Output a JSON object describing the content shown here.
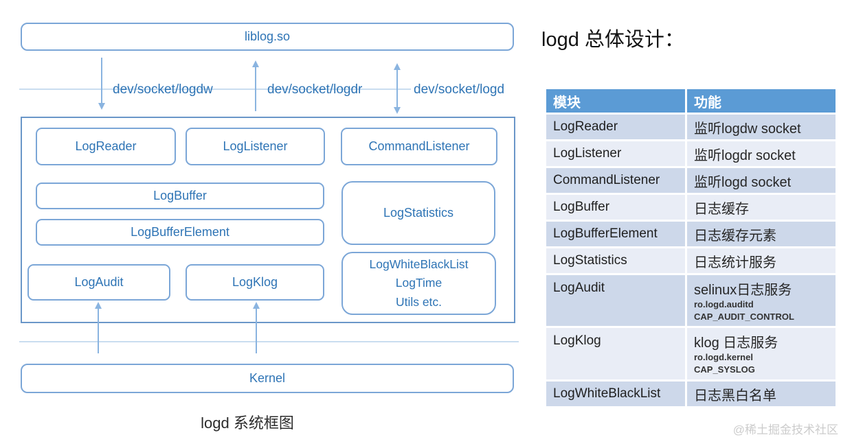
{
  "diagram": {
    "liblog": "liblog.so",
    "kernel": "Kernel",
    "caption": "logd 系统框图",
    "sockets": [
      "dev/socket/logdw",
      "dev/socket/logdr",
      "dev/socket/logd"
    ],
    "modules": {
      "log_reader": "LogReader",
      "log_listener": "LogListener",
      "command_listener": "CommandListener",
      "log_buffer": "LogBuffer",
      "log_buffer_element": "LogBufferElement",
      "log_statistics": "LogStatistics",
      "log_audit": "LogAudit",
      "log_klog": "LogKlog",
      "misc_lines": [
        "LogWhiteBlackList",
        "LogTime",
        "Utils etc."
      ]
    }
  },
  "panel": {
    "title": "logd 总体设计：",
    "table": {
      "headers": [
        "模块",
        "功能"
      ],
      "rows": [
        {
          "module": "LogReader",
          "desc": "监听logdw socket"
        },
        {
          "module": "LogListener",
          "desc": "监听logdr socket"
        },
        {
          "module": "CommandListener",
          "desc": "监听logd socket"
        },
        {
          "module": "LogBuffer",
          "desc": "日志缓存"
        },
        {
          "module": "LogBufferElement",
          "desc": "日志缓存元素"
        },
        {
          "module": "LogStatistics",
          "desc": "日志统计服务"
        },
        {
          "module": "LogAudit",
          "desc": "selinux日志服务",
          "sub": [
            "ro.logd.auditd",
            "CAP_AUDIT_CONTROL"
          ]
        },
        {
          "module": "LogKlog",
          "desc": "klog 日志服务",
          "sub": [
            "ro.logd.kernel",
            "CAP_SYSLOG"
          ]
        },
        {
          "module": "LogWhiteBlackList",
          "desc": "日志黑白名单"
        }
      ]
    }
  },
  "watermark": "@稀土掘金技术社区",
  "colors": {
    "table_header_blue": "#5b9bd5",
    "row_band_dark": "#cdd8ea",
    "row_band_light": "#e9edf6",
    "diagram_text_blue": "#2e74b5",
    "box_border_blue": "#7ba6d7",
    "arrow_blue": "#8ab4e0",
    "light_rule_blue": "#c9ddf0"
  }
}
